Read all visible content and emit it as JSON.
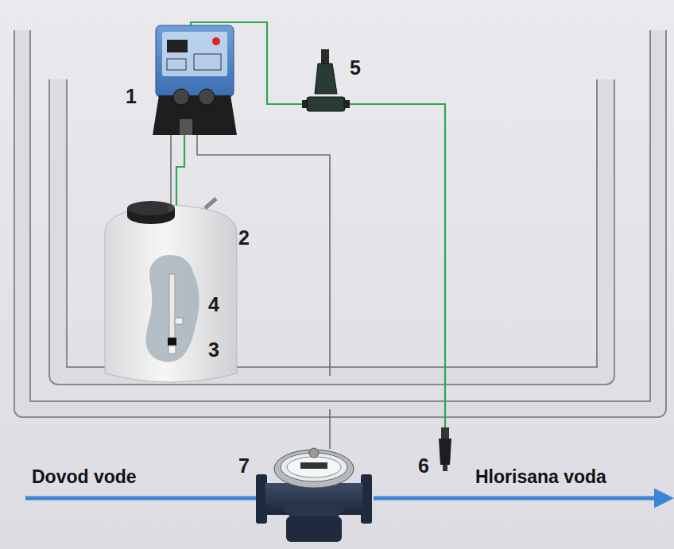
{
  "diagram": {
    "labels": [
      "1",
      "2",
      "4",
      "3",
      "5",
      "7",
      "6",
      "Dovod vode",
      "Hlorisana voda"
    ]
  }
}
